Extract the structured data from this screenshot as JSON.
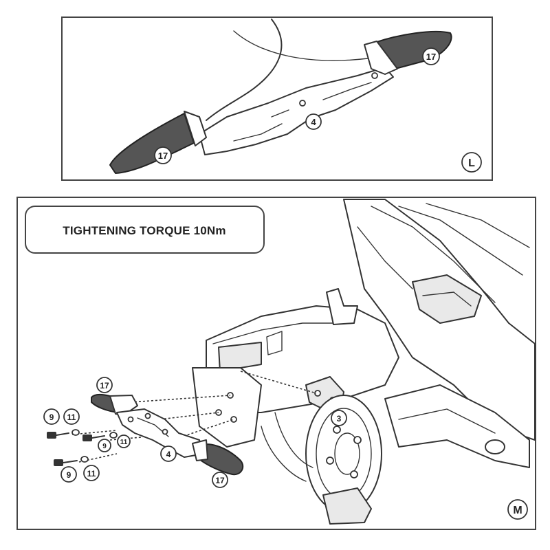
{
  "top_panel": {
    "corner_label": "L",
    "callouts": [
      "17",
      "4",
      "17"
    ]
  },
  "bottom_panel": {
    "corner_label": "M",
    "note": "TIGHTENING TORQUE 10Nm",
    "callouts": [
      "17",
      "9",
      "11",
      "9",
      "11",
      "9",
      "11",
      "4",
      "3",
      "17"
    ]
  },
  "colors": {
    "line": "#333333",
    "indicator_lens": "#555555",
    "background": "#ffffff"
  }
}
